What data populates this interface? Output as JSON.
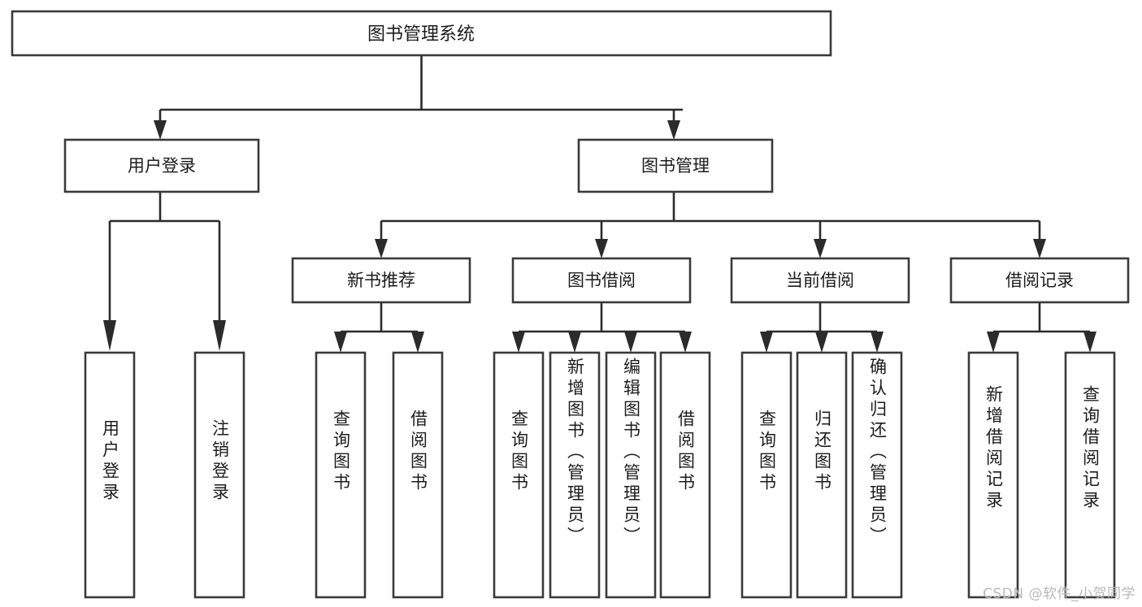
{
  "diagram": {
    "type": "tree",
    "title": "图书管理系统",
    "root": {
      "id": "root",
      "label": "图书管理系统"
    },
    "level1": [
      {
        "id": "user-login",
        "label": "用户登录"
      },
      {
        "id": "book-manage",
        "label": "图书管理"
      }
    ],
    "level2": [
      {
        "id": "new-book-recommend",
        "label": "新书推荐",
        "parent": "book-manage"
      },
      {
        "id": "book-borrow",
        "label": "图书借阅",
        "parent": "book-manage"
      },
      {
        "id": "current-borrow",
        "label": "当前借阅",
        "parent": "book-manage"
      },
      {
        "id": "borrow-record",
        "label": "借阅记录",
        "parent": "book-manage"
      }
    ],
    "leaves": [
      {
        "id": "leaf-user-login",
        "label": "用户登录",
        "parent": "user-login"
      },
      {
        "id": "leaf-logout",
        "label": "注销登录",
        "parent": "user-login"
      },
      {
        "id": "leaf-query-book-1",
        "label": "查询图书",
        "parent": "new-book-recommend"
      },
      {
        "id": "leaf-borrow-book-1",
        "label": "借阅图书",
        "parent": "new-book-recommend"
      },
      {
        "id": "leaf-query-book-2",
        "label": "查询图书",
        "parent": "book-borrow"
      },
      {
        "id": "leaf-add-book",
        "label": "新增图书（管理员）",
        "parent": "book-borrow"
      },
      {
        "id": "leaf-edit-book",
        "label": "编辑图书（管理员）",
        "parent": "book-borrow"
      },
      {
        "id": "leaf-borrow-book-2",
        "label": "借阅图书",
        "parent": "book-borrow"
      },
      {
        "id": "leaf-query-book-3",
        "label": "查询图书",
        "parent": "current-borrow"
      },
      {
        "id": "leaf-return-book",
        "label": "归还图书",
        "parent": "current-borrow"
      },
      {
        "id": "leaf-confirm-return",
        "label": "确认归还（管理员）",
        "parent": "current-borrow"
      },
      {
        "id": "leaf-add-record",
        "label": "新增借阅记录",
        "parent": "borrow-record"
      },
      {
        "id": "leaf-query-record",
        "label": "查询借阅记录",
        "parent": "borrow-record"
      }
    ]
  },
  "watermark": {
    "text": "CSDN @软件_小贺同学"
  },
  "colors": {
    "box_stroke": "#3a3a3a",
    "connector": "#2b2b2b",
    "text": "#1c1c1c",
    "background": "#ffffff",
    "watermark": "#b9b9b9"
  }
}
